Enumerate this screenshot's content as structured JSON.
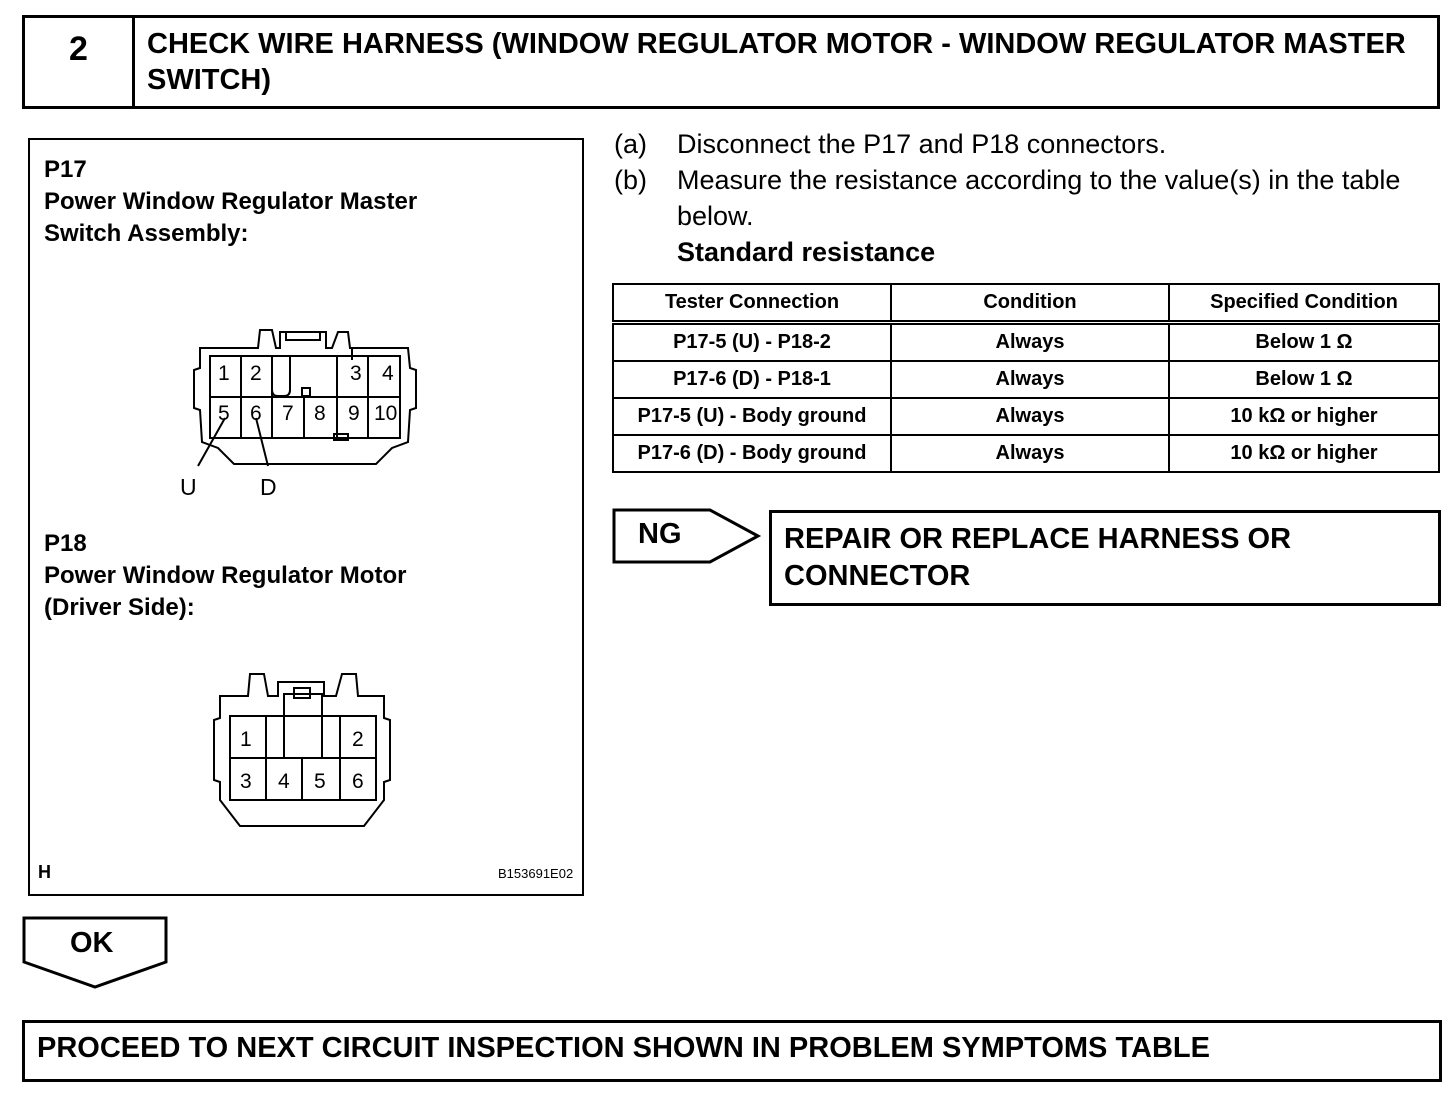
{
  "step": {
    "number": "2",
    "title": "CHECK WIRE HARNESS (WINDOW REGULATOR MOTOR - WINDOW REGULATOR MASTER SWITCH)"
  },
  "figure": {
    "p17": {
      "code": "P17",
      "line1": "Power Window Regulator Master",
      "line2": "Switch Assembly:",
      "pins_top": [
        "1",
        "2",
        "3",
        "4"
      ],
      "pins_bottom": [
        "5",
        "6",
        "7",
        "8",
        "9",
        "10"
      ],
      "callout_u": "U",
      "callout_d": "D"
    },
    "p18": {
      "code": "P18",
      "line1": "Power Window Regulator Motor",
      "line2": "(Driver Side):",
      "pins_top": [
        "1",
        "2"
      ],
      "pins_bottom": [
        "3",
        "4",
        "5",
        "6"
      ]
    },
    "corner_letter": "H",
    "figure_code": "B153691E02"
  },
  "instructions": {
    "a_marker": "(a)",
    "a_text": "Disconnect the P17 and P18 connectors.",
    "b_marker": "(b)",
    "b_text": "Measure the resistance according to the value(s) in the table below.",
    "standard": "Standard resistance"
  },
  "table": {
    "headers": [
      "Tester Connection",
      "Condition",
      "Specified Condition"
    ],
    "rows": [
      [
        "P17-5 (U) - P18-2",
        "Always",
        "Below 1 Ω"
      ],
      [
        "P17-6 (D) - P18-1",
        "Always",
        "Below 1 Ω"
      ],
      [
        "P17-5 (U) - Body ground",
        "Always",
        "10 kΩ or higher"
      ],
      [
        "P17-6 (D) - Body ground",
        "Always",
        "10 kΩ or higher"
      ]
    ]
  },
  "ng": {
    "label": "NG",
    "action": "REPAIR OR REPLACE HARNESS OR CONNECTOR"
  },
  "ok": {
    "label": "OK"
  },
  "next": "PROCEED TO NEXT CIRCUIT INSPECTION SHOWN IN PROBLEM SYMPTOMS TABLE"
}
